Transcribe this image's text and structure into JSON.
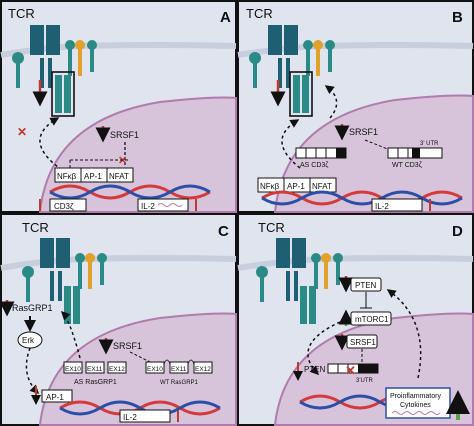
{
  "figure": {
    "panels": [
      {
        "letter": "A",
        "tcr": "TCR",
        "srsf1": "SRSF1",
        "tf": [
          "NFκβ",
          "AP-1",
          "NFAT"
        ],
        "genes": [
          "CD3ζ",
          "IL-2"
        ]
      },
      {
        "letter": "B",
        "tcr": "TCR",
        "srsf1": "SRSF1",
        "tf": [
          "NFκβ",
          "AP-1",
          "NFAT"
        ],
        "as_label": "AS CD3ζ",
        "wt_label": "WT CD3ζ",
        "utr": "3' UTR",
        "gene": "IL-2"
      },
      {
        "letter": "C",
        "tcr": "TCR",
        "srsf1": "SRSF1",
        "rasgrp1": "RasGRP1",
        "erk": "Erk",
        "ap1": "AP-1",
        "exons_as": [
          "EX10",
          "EX11",
          "EX12"
        ],
        "exons_wt": [
          "EX10",
          "EX11",
          "EX12"
        ],
        "as_label": "AS RasGRP1",
        "wt_label": "WT RasGRP1",
        "gene": "IL-2"
      },
      {
        "letter": "D",
        "tcr": "TCR",
        "pten": "PTEN",
        "mtorc1": "mTORC1",
        "srsf1": "SRSF1",
        "pten_gene": "PTEN",
        "utr": "3'UTR",
        "cytokines": [
          "Proinflammatory",
          "Cytokines"
        ]
      }
    ],
    "colors": {
      "cytoplasm": "#dfe4ef",
      "nucleus": "#d8c4da",
      "nucleus_edge": "#b07cab",
      "receptor_dark": "#1f5f73",
      "receptor_teal": "#2a8a86",
      "receptor_gold": "#e0a22a",
      "down_arrow": "#c0392b",
      "up_arrow": "#5aa646",
      "dna_red": "#d33a3a",
      "dna_blue": "#2b4fa8"
    }
  }
}
